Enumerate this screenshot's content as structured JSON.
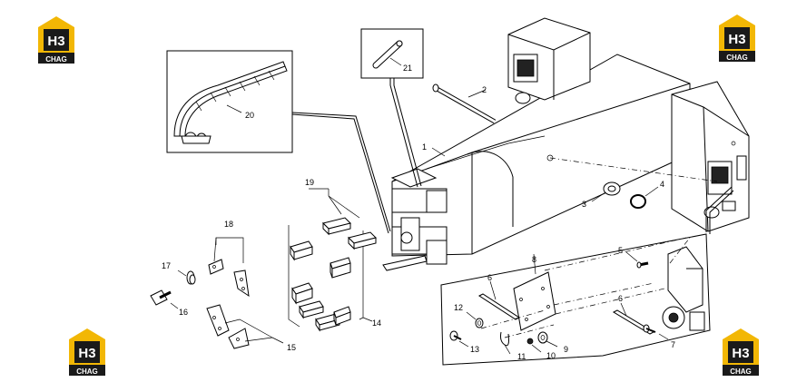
{
  "logo": {
    "mark": "H3",
    "word": "CHAG",
    "primary_color": "#f2b705",
    "dark_color": "#1a1a1a"
  },
  "callouts": {
    "c1": "1",
    "c2": "2",
    "c3": "3",
    "c4": "4",
    "c5": "5",
    "c6a": "6",
    "c6b": "6",
    "c7": "7",
    "c8": "8",
    "c9": "9",
    "c10": "10",
    "c11": "11",
    "c12": "12",
    "c13": "13",
    "c14": "14",
    "c15": "15",
    "c16": "16",
    "c17": "17",
    "c18": "18",
    "c19": "19",
    "c20": "20",
    "c21": "21"
  }
}
